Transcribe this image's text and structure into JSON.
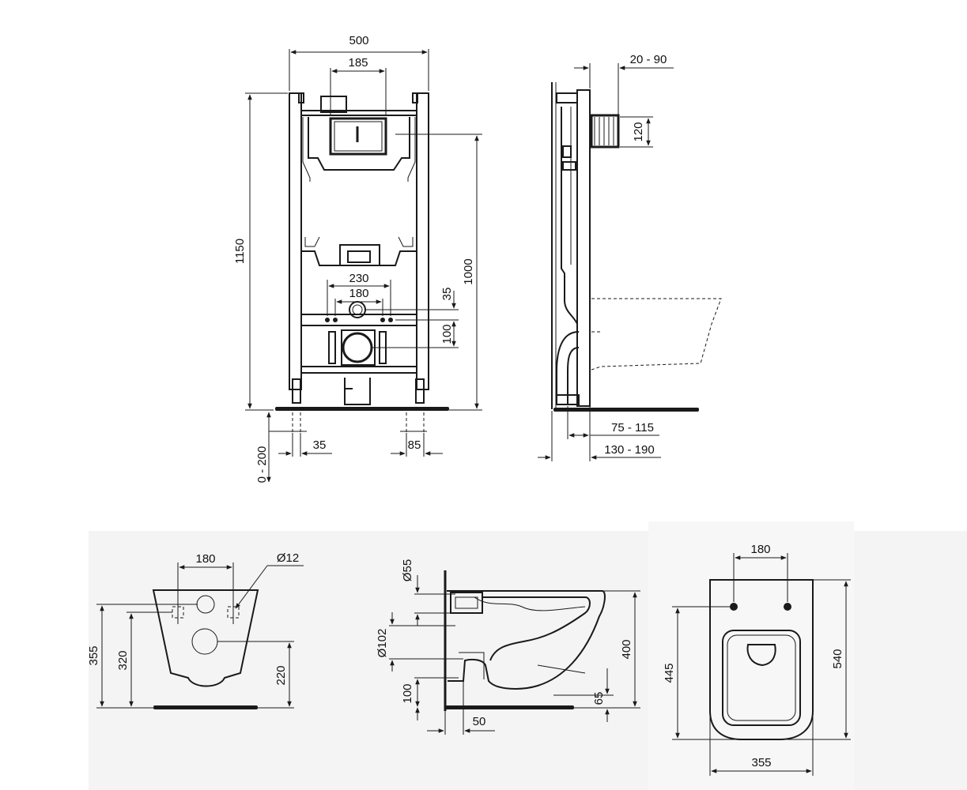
{
  "frame_front": {
    "width_500": "500",
    "plate_185": "185",
    "height_1150": "1150",
    "height_1000": "1000",
    "bolt_230": "230",
    "bolt_180": "180",
    "offset_35_right": "35",
    "offset_100": "100",
    "leg_range": "0 - 200",
    "leg_35": "35",
    "leg_85": "85"
  },
  "frame_side": {
    "depth_20_90": "20 - 90",
    "inlet_120": "120",
    "depth_75_115": "75 - 115",
    "depth_130_190": "130 - 190"
  },
  "pan_rear": {
    "bolt_180": "180",
    "hole_d12": "Ø12",
    "h355": "355",
    "h320": "320",
    "h220": "220"
  },
  "pan_side": {
    "d55": "Ø55",
    "d102": "Ø102",
    "h100": "100",
    "h50": "50",
    "h400": "400",
    "h65": "65"
  },
  "pan_top": {
    "bolt_180": "180",
    "l445": "445",
    "l540": "540",
    "w355": "355"
  }
}
